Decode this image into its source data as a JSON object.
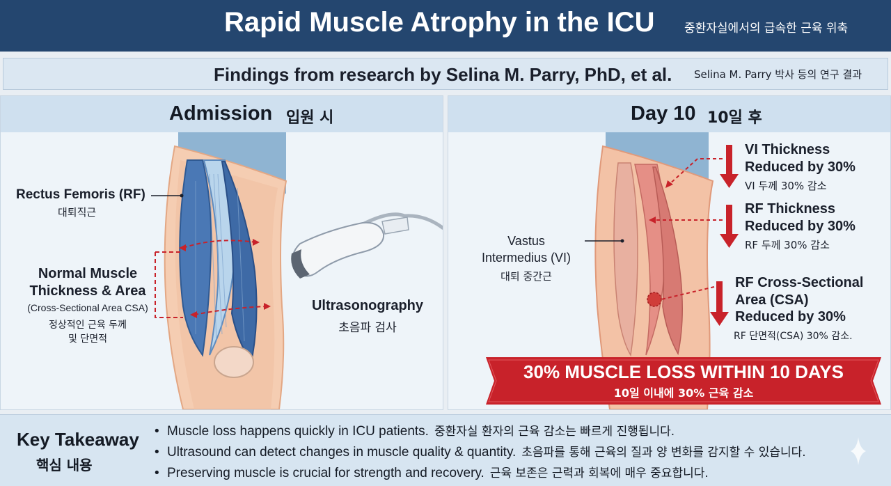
{
  "header": {
    "title": "Rapid Muscle Atrophy in the ICU",
    "title_ko": "중환자실에서의 급속한 근육 위축"
  },
  "subheader": {
    "text": "Findings from research by Selina M. Parry, PhD, et al.",
    "text_ko": "Selina M. Parry 박사 등의 연구 결과"
  },
  "admission": {
    "title": "Admission",
    "title_ko": "입원 시",
    "rf_label": "Rectus Femoris (RF)",
    "rf_label_ko": "대퇴직근",
    "normal_line1": "Normal Muscle",
    "normal_line2": "Thickness & Area",
    "normal_sub": "(Cross-Sectional Area CSA)",
    "normal_ko1": "정상적인 근육 두께",
    "normal_ko2": "및 단면적",
    "ultra_label": "Ultrasonography",
    "ultra_label_ko": "초음파 검사"
  },
  "day10": {
    "title": "Day 10",
    "title_ko": "10일 후",
    "vi_label1": "Vastus",
    "vi_label2": "Intermedius (VI)",
    "vi_label_ko": "대퇴 중간근",
    "findings": [
      {
        "line1": "VI Thickness",
        "line2": "Reduced by 30%",
        "ko": "VI 두께 30% 감소"
      },
      {
        "line1": "RF Thickness",
        "line2": "Reduced by 30%",
        "ko": "RF 두께 30% 감소"
      },
      {
        "line1": "RF Cross-Sectional",
        "line2": "Area (CSA)",
        "line3": "Reduced by 30%",
        "ko": "RF 단면적(CSA) 30% 감소."
      }
    ],
    "banner": "30% MUSCLE LOSS WITHIN 10 DAYS",
    "banner_ko": "10일 이내에 30% 근육 감소"
  },
  "takeaway": {
    "title": "Key Takeaway",
    "title_ko": "핵심 내용",
    "items": [
      {
        "en": "Muscle loss happens quickly in ICU patients.",
        "ko": "중환자실 환자의 근육 감소는 빠르게 진행됩니다."
      },
      {
        "en": "Ultrasound can detect changes in muscle quality & quantity.",
        "ko": "초음파를 통해 근육의 질과 양 변화를 감지할 수 있습니다."
      },
      {
        "en": "Preserving muscle is crucial for strength and recovery.",
        "ko": "근육 보존은 근력과 회복에 매우 중요합니다."
      }
    ]
  },
  "colors": {
    "header_bg": "#24466f",
    "healthy_muscle": "#4a78b5",
    "atrophy_muscle": "#d9746e",
    "alert_red": "#c8222a"
  }
}
